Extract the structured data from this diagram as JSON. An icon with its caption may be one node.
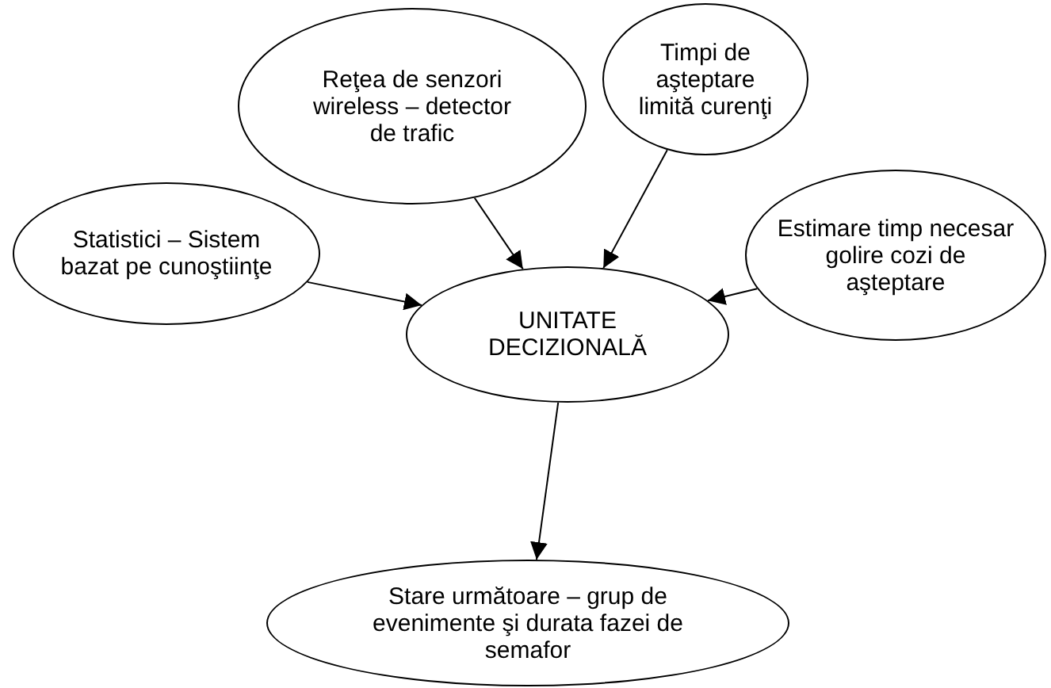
{
  "diagram": {
    "nodes": [
      {
        "text": [
          "Statistici – Sistem bazat pe cunoştiinţe"
        ]
      },
      {
        "text": [
          "Reţea de senzori wireless – detector de trafic"
        ]
      },
      {
        "text": [
          "Timpi de aşteptare limită curenţi"
        ]
      },
      {
        "text": [
          "Estimare timp necesar golire cozi de aşteptare"
        ]
      },
      {
        "text": [
          "UNITATE DECIZIONALĂ"
        ]
      },
      {
        "text": [
          "Stare următoare – grup de evenimente şi durata fazei de semafor"
        ]
      }
    ],
    "edges": [
      {
        "from": 0,
        "to": 4,
        "arrow": "to"
      },
      {
        "from": 1,
        "to": 4,
        "arrow": "to"
      },
      {
        "from": 2,
        "to": 4,
        "arrow": "to"
      },
      {
        "from": 3,
        "to": 4,
        "arrow": "to"
      },
      {
        "from": 4,
        "to": 5,
        "arrow": "to"
      }
    ]
  }
}
